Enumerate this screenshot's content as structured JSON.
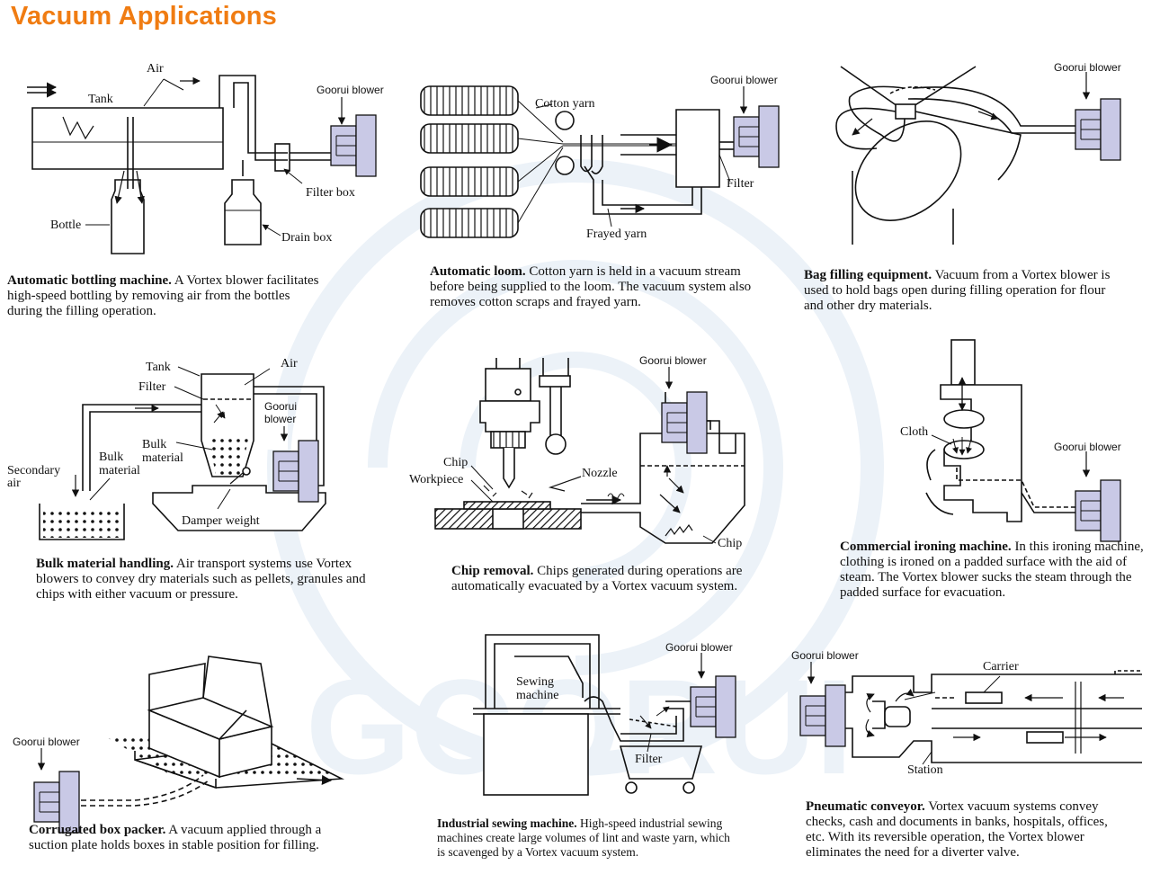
{
  "page": {
    "title": "Vacuum Applications",
    "watermark": "GOORUI"
  },
  "colors": {
    "title": "#f07c12",
    "blower": "#c9c9e6",
    "watermark": "#dde8f3"
  },
  "blower_label": "Goorui blower",
  "panels": {
    "bottling": {
      "labels": {
        "air": "Air",
        "tank": "Tank",
        "bottle": "Bottle",
        "filter_box": "Filter box",
        "drain_box": "Drain box"
      },
      "caption_title": "Automatic bottling machine.",
      "caption_text": "A Vortex blower facilitates high-speed bottling by removing air from the bottles during the filling operation."
    },
    "loom": {
      "labels": {
        "cotton_yarn": "Cotton yarn",
        "filter": "Filter",
        "frayed_yarn": "Frayed yarn"
      },
      "caption_title": "Automatic loom.",
      "caption_text": "Cotton yarn is held in a vacuum stream before being supplied to the loom. The vacuum system also removes cotton scraps and frayed yarn."
    },
    "bag": {
      "caption_title": "Bag filling equipment.",
      "caption_text": "Vacuum from a Vortex blower is used to hold bags open during filling operation for flour and other dry materials."
    },
    "bulk": {
      "labels": {
        "tank": "Tank",
        "air": "Air",
        "filter": "Filter",
        "blower_line1": "Goorui",
        "blower_line2": "blower",
        "bulk1_line1": "Bulk",
        "bulk1_line2": "material",
        "bulk2_line1": "Bulk",
        "bulk2_line2": "material",
        "secondary_line1": "Secondary",
        "secondary_line2": "air",
        "damper": "Damper weight"
      },
      "caption_title": "Bulk material handling.",
      "caption_text": "Air transport systems use Vortex blowers to convey dry materials such as pellets, granules and chips with either vacuum or pressure."
    },
    "chip": {
      "labels": {
        "chip": "Chip",
        "workpiece": "Workpiece",
        "nozzle": "Nozzle",
        "chip2": "Chip"
      },
      "caption_title": "Chip removal.",
      "caption_text": "Chips generated during operations are automatically evacuated by a Vortex vacuum system."
    },
    "ironing": {
      "labels": {
        "cloth": "Cloth"
      },
      "caption_title": "Commercial ironing machine.",
      "caption_text": "In this ironing machine, clothing is ironed on a padded surface with the aid of steam. The Vortex blower sucks the steam through the padded surface for evacuation."
    },
    "box": {
      "caption_title": "Corrugated box packer.",
      "caption_text": "A vacuum applied through a suction plate holds boxes in stable position for filling."
    },
    "sewing": {
      "labels": {
        "sewing_line1": "Sewing",
        "sewing_line2": "machine",
        "filter": "Filter"
      },
      "caption_title": "Industrial sewing machine.",
      "caption_text": "High-speed industrial sewing machines create large volumes of lint and waste yarn, which is scavenged by a Vortex vacuum system."
    },
    "conveyor": {
      "labels": {
        "carrier": "Carrier",
        "station": "Station"
      },
      "caption_title": "Pneumatic conveyor.",
      "caption_text": "Vortex vacuum systems convey checks, cash and documents in banks, hospitals, offices, etc. With its reversible operation, the Vortex blower eliminates the need for a diverter valve."
    }
  }
}
